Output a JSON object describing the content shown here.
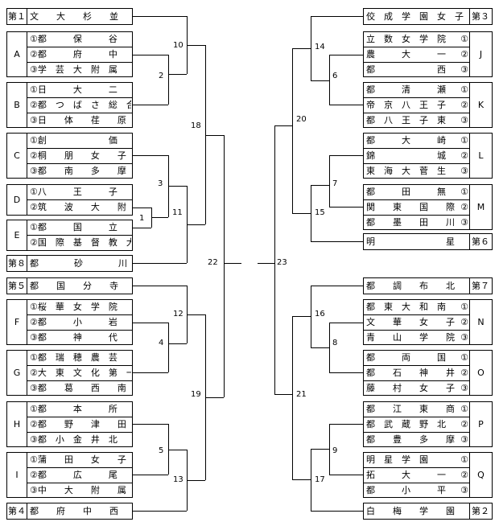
{
  "left": {
    "seeds": {
      "s1": {
        "seed": "第１",
        "team": "文　　大　　杉　　並"
      },
      "s8": {
        "seed": "第８",
        "team": "都　　　　砂　　　　川"
      },
      "s5": {
        "seed": "第５",
        "team": "都　　国　　分　　寺"
      },
      "s4": {
        "seed": "第４",
        "team": "都　　府　　中　　西"
      }
    },
    "groups": {
      "A": {
        "label": "A",
        "rows": [
          {
            "no": "①",
            "name": "都　　　保　　　谷"
          },
          {
            "no": "②",
            "name": "都　　　府　　　中"
          },
          {
            "no": "③",
            "name": "学　芸　大　附　属"
          }
        ]
      },
      "B": {
        "label": "B",
        "rows": [
          {
            "no": "①",
            "name": "日　　　大　　　二"
          },
          {
            "no": "②",
            "name": "都　つ　ば　さ　総　合"
          },
          {
            "no": "③",
            "name": "日　　体　　荏　　原"
          }
        ]
      },
      "C": {
        "label": "C",
        "rows": [
          {
            "no": "①",
            "name": "創　　　　　　　価"
          },
          {
            "no": "②",
            "name": "桐　　朋　　女　　子"
          },
          {
            "no": "③",
            "name": "都　　南　　多　　摩"
          }
        ]
      },
      "D": {
        "label": "D",
        "rows": [
          {
            "no": "①",
            "name": "八　　　王　　　子"
          },
          {
            "no": "②",
            "name": "筑　　波　　大　　附　属"
          }
        ]
      },
      "E": {
        "label": "E",
        "rows": [
          {
            "no": "①",
            "name": "都　　　国　　　立"
          },
          {
            "no": "②",
            "name": "国　際　基　督　教　大"
          }
        ]
      },
      "F": {
        "label": "F",
        "rows": [
          {
            "no": "①",
            "name": "桜　華　女　学　院"
          },
          {
            "no": "②",
            "name": "都　　　小　　　岩"
          },
          {
            "no": "③",
            "name": "都　　　神　　　代"
          }
        ]
      },
      "G": {
        "label": "G",
        "rows": [
          {
            "no": "①",
            "name": "都　瑞　穂　農　芸"
          },
          {
            "no": "②",
            "name": "大　東　文　化　第　一"
          },
          {
            "no": "③",
            "name": "都　　葛　　西　　南"
          }
        ]
      },
      "H": {
        "label": "H",
        "rows": [
          {
            "no": "①",
            "name": "都　　　本　　　所"
          },
          {
            "no": "②",
            "name": "都　　野　　津　　田"
          },
          {
            "no": "③",
            "name": "都　小　金　井　北"
          }
        ]
      },
      "I": {
        "label": "I",
        "rows": [
          {
            "no": "①",
            "name": "蒲　　田　　女　　子"
          },
          {
            "no": "②",
            "name": "都　　　広　　　尾"
          },
          {
            "no": "③",
            "name": "中　　大　　附　　属"
          }
        ]
      }
    }
  },
  "right": {
    "seeds": {
      "s3": {
        "seed": "第３",
        "team": "佼　成　学　園　女　子"
      },
      "s6": {
        "seed": "第６",
        "team": "明　　　　　　　　星"
      },
      "s7": {
        "seed": "第７",
        "team": "都　　調　　布　　北"
      },
      "s2": {
        "seed": "第２",
        "team": "白　　梅　　学　　園"
      }
    },
    "groups": {
      "J": {
        "label": "J",
        "rows": [
          {
            "no": "①",
            "name": "立　数　女　学　院"
          },
          {
            "no": "②",
            "name": "農　　　大　　　一"
          },
          {
            "no": "③",
            "name": "都　　　　　　　西"
          }
        ]
      },
      "K": {
        "label": "K",
        "rows": [
          {
            "no": "①",
            "name": "都　　　清　　　瀬"
          },
          {
            "no": "②",
            "name": "帝　京　八　王　子"
          },
          {
            "no": "③",
            "name": "都　八　王　子　東"
          }
        ]
      },
      "L": {
        "label": "L",
        "rows": [
          {
            "no": "①",
            "name": "都　　　大　　　崎"
          },
          {
            "no": "②",
            "name": "錦　　　　　　　城"
          },
          {
            "no": "③",
            "name": "東　海　大　菅　生"
          }
        ]
      },
      "M": {
        "label": "M",
        "rows": [
          {
            "no": "①",
            "name": "都　　　田　　　無"
          },
          {
            "no": "②",
            "name": "関　　東　　国　　際"
          },
          {
            "no": "③",
            "name": "都　　墨　　田　　川"
          }
        ]
      },
      "N": {
        "label": "N",
        "rows": [
          {
            "no": "①",
            "name": "都　東　大　和　南"
          },
          {
            "no": "②",
            "name": "文　　華　　女　　子"
          },
          {
            "no": "③",
            "name": "青　　山　　学　　院"
          }
        ]
      },
      "O": {
        "label": "O",
        "rows": [
          {
            "no": "①",
            "name": "都　　　両　　　国"
          },
          {
            "no": "②",
            "name": "都　　石　　神　　井"
          },
          {
            "no": "③",
            "name": "藤　　村　　女　　子"
          }
        ]
      },
      "P": {
        "label": "P",
        "rows": [
          {
            "no": "①",
            "name": "都　　江　　東　　商"
          },
          {
            "no": "②",
            "name": "都　武　蔵　野　北"
          },
          {
            "no": "③",
            "name": "都　　豊　　多　　摩"
          }
        ]
      },
      "Q": {
        "label": "Q",
        "rows": [
          {
            "no": "①",
            "name": "明　星　学　園"
          },
          {
            "no": "②",
            "name": "拓　　　大　　　一"
          },
          {
            "no": "③",
            "name": "都　　　小　　　平"
          }
        ]
      }
    }
  },
  "matches": {
    "m1": "1",
    "m2": "2",
    "m3": "3",
    "m4": "4",
    "m5": "5",
    "m6": "6",
    "m7": "7",
    "m8": "8",
    "m9": "9",
    "m10": "10",
    "m11": "11",
    "m12": "12",
    "m13": "13",
    "m14": "14",
    "m15": "15",
    "m16": "16",
    "m17": "17",
    "m18": "18",
    "m19": "19",
    "m20": "20",
    "m21": "21",
    "m22": "22",
    "m23": "23"
  }
}
